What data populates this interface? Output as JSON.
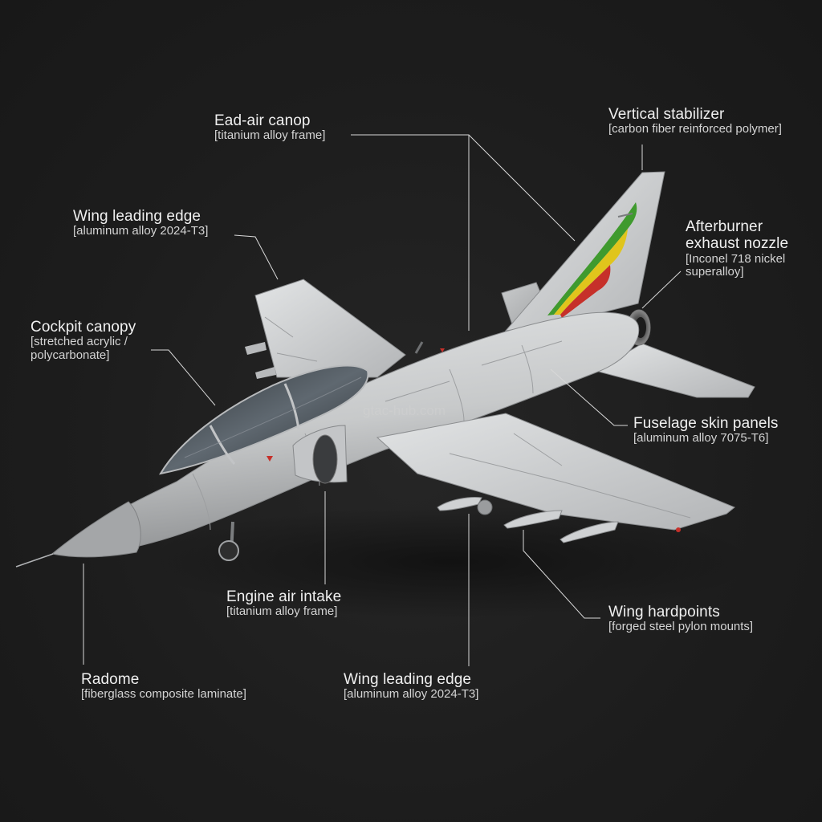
{
  "callouts": {
    "ead_air_canop": {
      "title": "Ead-air canop",
      "material": "[titanium alloy frame]"
    },
    "vertical_stabilizer": {
      "title": "Vertical stabilizer",
      "material": "[carbon fiber reinforced polymer]"
    },
    "wing_leading_edge_upper": {
      "title": "Wing leading edge",
      "material": "[aluminum alloy 2024-T3]"
    },
    "afterburner_nozzle": {
      "title_line1": "Afterburner",
      "title_line2": "exhaust nozzle",
      "material_line1": "[Inconel 718 nickel",
      "material_line2": "superalloy]"
    },
    "cockpit_canopy": {
      "title": "Cockpit canopy",
      "material_line1": "[stretched acrylic /",
      "material_line2": "polycarbonate]"
    },
    "fuselage_skin_panels": {
      "title": "Fuselage skin panels",
      "material": "[aluminum alloy 7075-T6]"
    },
    "engine_air_intake": {
      "title": "Engine air intake",
      "material": "[titanium alloy frame]"
    },
    "wing_hardpoints": {
      "title": "Wing hardpoints",
      "material": "[forged steel pylon mounts]"
    },
    "radome": {
      "title": "Radome",
      "material": "[fiberglass composite laminate]"
    },
    "wing_leading_edge_lower": {
      "title": "Wing leading edge",
      "material": "[aluminum alloy 2024-T3]"
    }
  },
  "watermark": "gtac-hub.com",
  "colors": {
    "background": "#1c1c1c",
    "airframe": "#c9cbcc",
    "leader_lines": "#d8d8d8",
    "tail_flash_green": "#3f9a2e",
    "tail_flash_yellow": "#e0c51c",
    "tail_flash_red": "#c6302a"
  }
}
